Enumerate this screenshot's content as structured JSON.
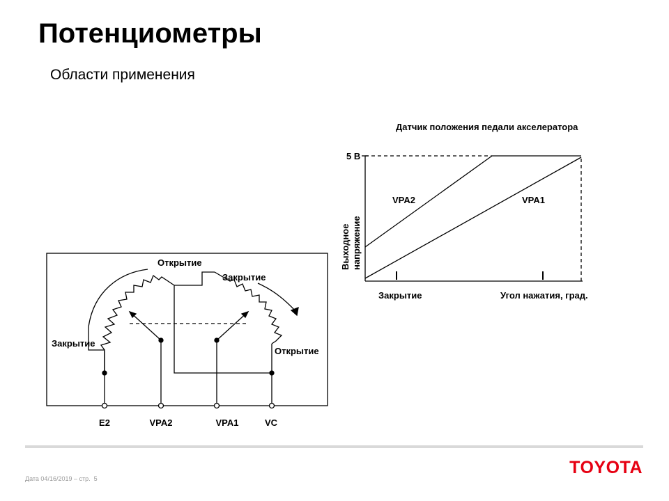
{
  "slide": {
    "title": "Потенциометры",
    "subtitle": "Области применения"
  },
  "circuit": {
    "label_open_top": "Открытие",
    "label_close_top": "Закрытие",
    "label_close_left": "Закрытие",
    "label_open_right": "Открытие",
    "terminals": [
      "E2",
      "VPA2",
      "VPA1",
      "VC"
    ]
  },
  "graph": {
    "title": "Датчик положения педали акселератора",
    "y_max_label": "5 В",
    "y_axis_label_line1": "Выходное",
    "y_axis_label_line2": "напряжение",
    "x_closed_label": "Закрытие",
    "x_axis_label": "Угол нажатия, град.",
    "series": [
      {
        "name": "VPA2"
      },
      {
        "name": "VPA1"
      }
    ]
  },
  "footer": {
    "date_text": "Дата 04/16/2019 – стр.  5",
    "logo": "TOYOTA",
    "logo_color": "#e60012",
    "rule_color": "#d9d9d9"
  }
}
